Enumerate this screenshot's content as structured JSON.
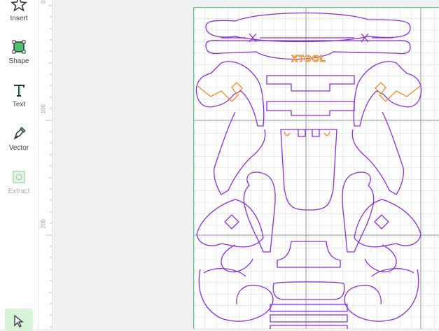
{
  "sidebar": {
    "tools": [
      {
        "id": "insert",
        "label": "Insert",
        "icon": "star-icon"
      },
      {
        "id": "shape",
        "label": "Shape",
        "icon": "shape-icon"
      },
      {
        "id": "text",
        "label": "Text",
        "icon": "text-t-icon"
      },
      {
        "id": "vector",
        "label": "Vector",
        "icon": "pen-nib-icon"
      },
      {
        "id": "extract",
        "label": "Extract",
        "icon": "extract-image-icon"
      }
    ],
    "select_icon": "cursor-select-icon"
  },
  "ruler": {
    "marks": [
      {
        "label": "0"
      },
      {
        "label": "100"
      },
      {
        "label": "200"
      }
    ]
  },
  "design": {
    "logo_text": "XTOOL"
  },
  "colors": {
    "accent": "#22b24c",
    "cut": "#8a2be2",
    "score": "#f08c1e",
    "grid": "#c9cfd4",
    "grid_major": "#8e959b",
    "board_edge": "#53c27a"
  }
}
